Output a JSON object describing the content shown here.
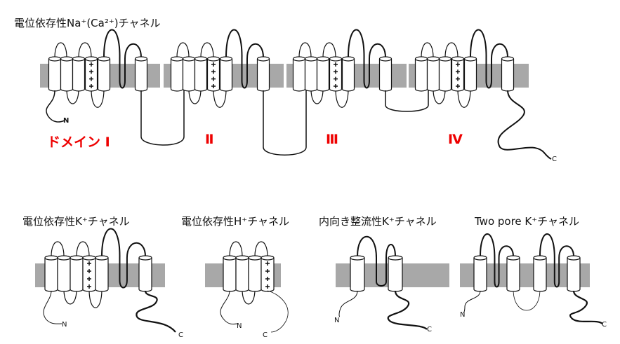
{
  "title": "電位依存性Na⁺(Ca²⁺)チャネル",
  "domains": [
    "ドメイン Ⅰ",
    "Ⅱ",
    "Ⅲ",
    "Ⅳ"
  ],
  "channels": [
    {
      "label": "電位依存性K⁺チャネル"
    },
    {
      "label": "電位依存性H⁺チャネル"
    },
    {
      "label": "内向き整流性K⁺チャネル"
    },
    {
      "label": "Two pore K⁺チャネル"
    }
  ],
  "termini": {
    "n": "N",
    "c": "C"
  },
  "colors": {
    "membrane": "#a8a8a8",
    "domain_label": "#ee0000"
  }
}
